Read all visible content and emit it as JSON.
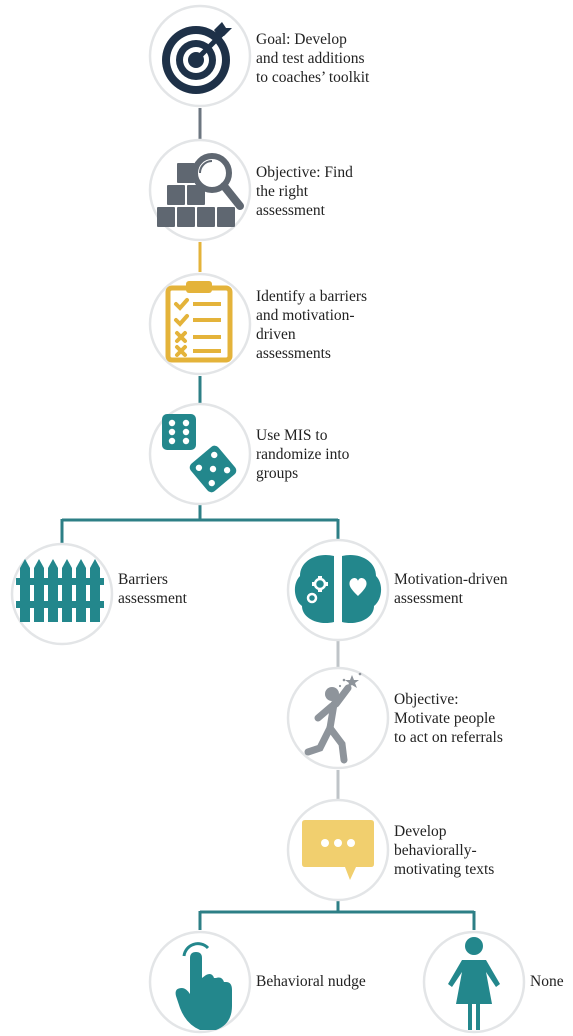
{
  "colors": {
    "navy": "#1e3148",
    "gray": "#5f6771",
    "gold": "#e4b33a",
    "teal": "#23878c",
    "light_gold": "#f1cf6e",
    "ring": "#e3e5e7",
    "connector_gray": "#6c7680",
    "connector_gold": "#e4b33a",
    "connector_teal": "#2d7f86",
    "connector_lightgray": "#bfc4c8",
    "text": "#222222"
  },
  "nodes": {
    "goal": {
      "icon": "target-icon",
      "lines": [
        "Goal:  Develop",
        "and test additions",
        "to coaches’ toolkit"
      ]
    },
    "objective_find": {
      "icon": "magnifier-boxes-icon",
      "lines": [
        "Objective:  Find",
        "the right",
        "assessment"
      ]
    },
    "identify": {
      "icon": "clipboard-checklist-icon",
      "lines": [
        "Identify  a barriers",
        "and motivation-",
        "driven",
        "assessments"
      ]
    },
    "mis": {
      "icon": "dice-icon",
      "lines": [
        "Use MIS to",
        "randomize into",
        "groups"
      ]
    },
    "barriers": {
      "icon": "fence-icon",
      "lines": [
        "Barriers",
        "assessment"
      ]
    },
    "motivation": {
      "icon": "brain-icon",
      "lines": [
        "Motivation-driven",
        "assessment"
      ]
    },
    "objective_motivate": {
      "icon": "jumping-person-icon",
      "lines": [
        "Objective:",
        "Motivate people",
        "to act on referrals"
      ]
    },
    "develop_texts": {
      "icon": "chat-bubble-icon",
      "lines": [
        "Develop",
        "behaviorally-",
        "motivating  texts"
      ]
    },
    "nudge": {
      "icon": "pointing-hand-icon",
      "lines": [
        "Behavioral nudge"
      ]
    },
    "none": {
      "icon": "shrugging-person-icon",
      "lines": [
        "None"
      ]
    }
  }
}
